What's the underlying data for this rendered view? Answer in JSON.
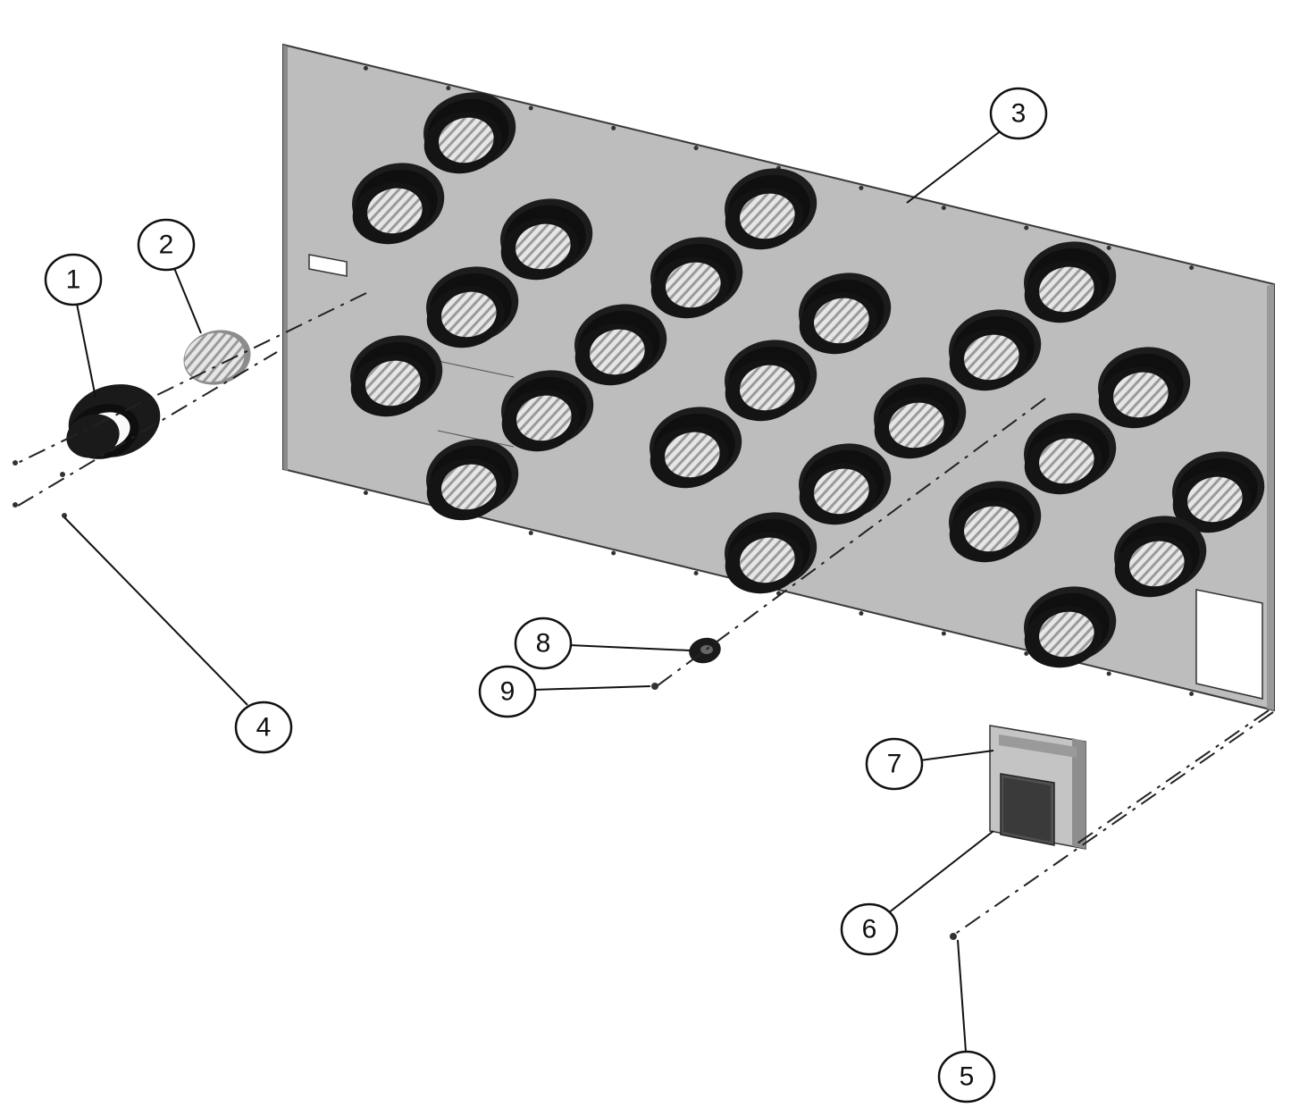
{
  "diagram": {
    "callouts": [
      {
        "id": "callout-1",
        "label": "1"
      },
      {
        "id": "callout-2",
        "label": "2"
      },
      {
        "id": "callout-3",
        "label": "3"
      },
      {
        "id": "callout-4",
        "label": "4"
      },
      {
        "id": "callout-5",
        "label": "5"
      },
      {
        "id": "callout-6",
        "label": "6"
      },
      {
        "id": "callout-7",
        "label": "7"
      },
      {
        "id": "callout-8",
        "label": "8"
      },
      {
        "id": "callout-9",
        "label": "9"
      }
    ],
    "colors": {
      "panel_fill": "#bdbdbd",
      "panel_edge": "#3a3a3a",
      "lamp_hood": "#1a1a1a",
      "lens": "#d8d8d8",
      "background": "#ffffff"
    }
  }
}
